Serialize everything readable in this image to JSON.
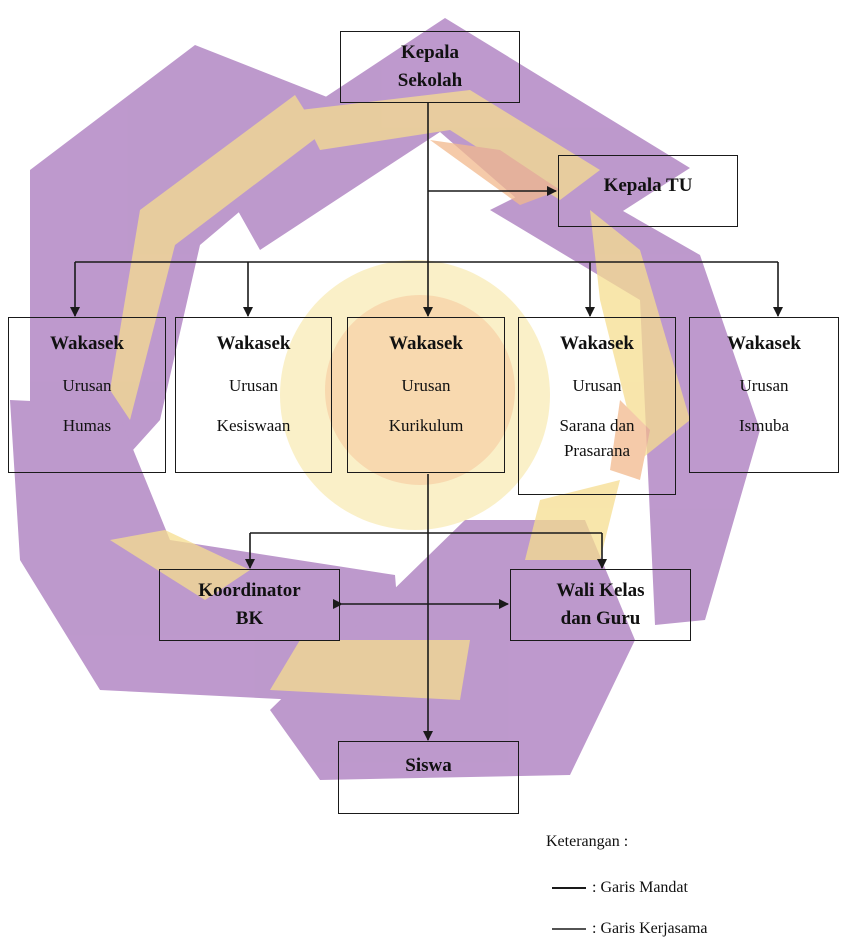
{
  "diagram": {
    "nodes": {
      "kepala_sekolah": {
        "line1": "Kepala",
        "line2": "Sekolah"
      },
      "kepala_tu": {
        "label": "Kepala TU"
      },
      "wakasek_humas": {
        "title": "Wakasek",
        "line1": "Urusan",
        "line2": "Humas"
      },
      "wakasek_kesiswaan": {
        "title": "Wakasek",
        "line1": "Urusan",
        "line2": "Kesiswaan"
      },
      "wakasek_kurikulum": {
        "title": "Wakasek",
        "line1": "Urusan",
        "line2": "Kurikulum"
      },
      "wakasek_sarana": {
        "title": "Wakasek",
        "line1": "Urusan",
        "line2": "Sarana dan",
        "line3": "Prasarana"
      },
      "wakasek_ismuba": {
        "title": "Wakasek",
        "line1": "Urusan",
        "line2": "Ismuba"
      },
      "koordinator_bk": {
        "line1": "Koordinator",
        "line2": "BK"
      },
      "wali_kelas": {
        "line1": "Wali Kelas",
        "line2": "dan Guru"
      },
      "siswa": {
        "label": "Siswa"
      }
    },
    "legend": {
      "title": "Keterangan :",
      "mandate": ": Garis Mandat",
      "cooperation": ": Garis Kerjasama"
    }
  },
  "colors": {
    "line": "#1a1a1a",
    "watermark_purple": "#b58bc6",
    "watermark_yellow": "#f6dd8f",
    "watermark_orange": "#f2b98d"
  }
}
